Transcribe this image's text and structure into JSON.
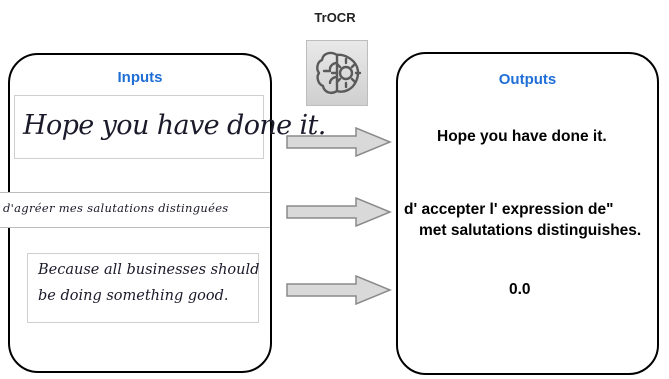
{
  "model": {
    "label": "TrOCR",
    "icon": "brain-gear-icon"
  },
  "inputs": {
    "title": "Inputs",
    "samples": [
      {
        "text": "Hope you have done it."
      },
      {
        "text": "d'agréer mes salutations distinguées"
      },
      {
        "line1": "Because all businesses should",
        "line2": "be doing something good."
      }
    ]
  },
  "outputs": {
    "title": "Outputs",
    "results": [
      {
        "line1": "Hope you have done it."
      },
      {
        "line1": "d' accepter l' expression de\"",
        "line2": "met salutations distinguishes."
      },
      {
        "line1": "0.0"
      }
    ]
  },
  "colors": {
    "accent": "#1f6fd6",
    "arrow_fill": "#d9d9d9",
    "arrow_stroke": "#8a8a8a"
  }
}
